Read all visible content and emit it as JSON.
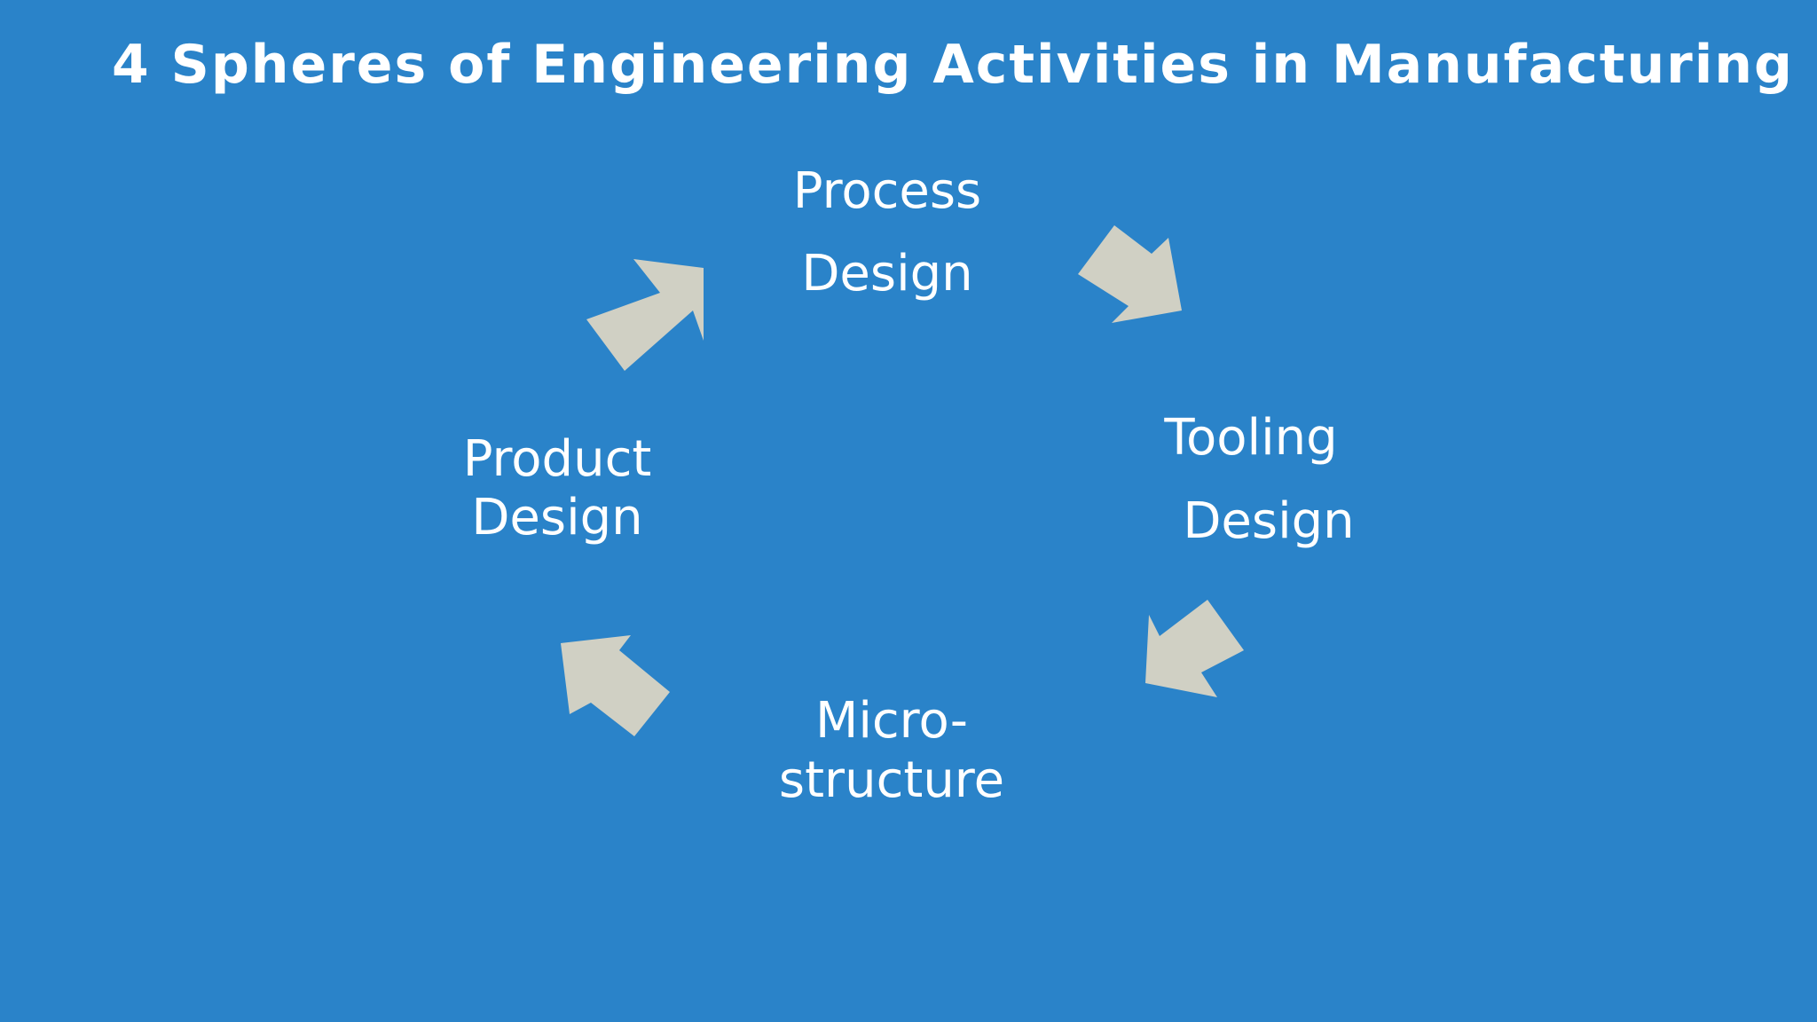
{
  "slide": {
    "title": "4 Spheres of Engineering Activities in Manufacturing",
    "background_color": "#2A83C9",
    "arrow_color": "#D0D0C4"
  },
  "diagram": {
    "type": "cycle",
    "nodes": [
      {
        "id": "process",
        "lines": [
          "Process",
          "Design"
        ]
      },
      {
        "id": "tooling",
        "lines": [
          "Tooling",
          "Design"
        ]
      },
      {
        "id": "micro",
        "lines": [
          "Micro-",
          "structure"
        ]
      },
      {
        "id": "product",
        "lines": [
          "Product",
          "Design"
        ]
      }
    ],
    "edges": [
      {
        "from": "process",
        "to": "tooling"
      },
      {
        "from": "tooling",
        "to": "micro"
      },
      {
        "from": "micro",
        "to": "product"
      },
      {
        "from": "product",
        "to": "process"
      }
    ]
  }
}
